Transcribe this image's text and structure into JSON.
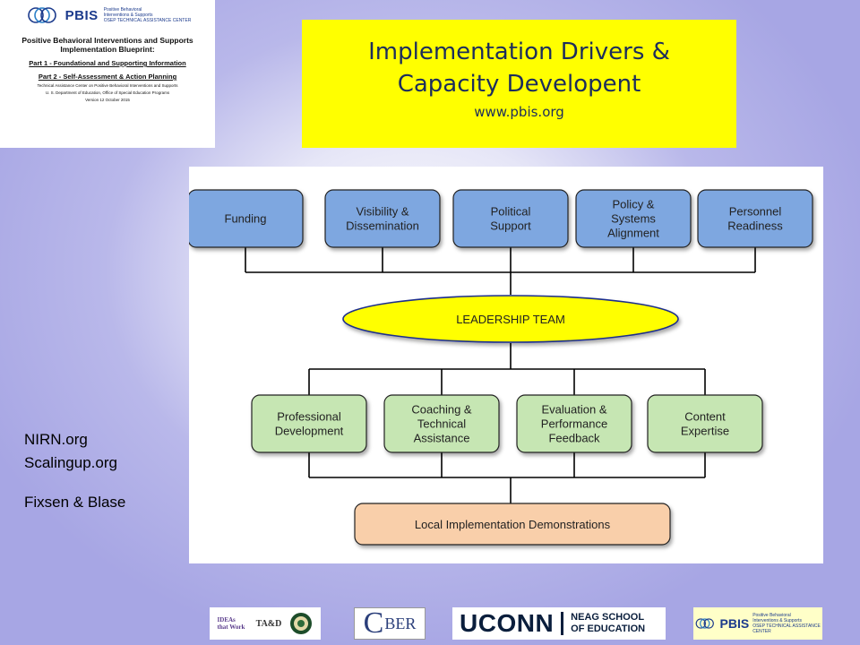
{
  "blueprint": {
    "logo_word": "PBIS",
    "logo_sub": [
      "Positive Behavioral",
      "Interventions & Supports",
      "OSEP TECHNICAL ASSISTANCE CENTER"
    ],
    "title_line1": "Positive Behavioral Interventions and Supports",
    "title_line2": "Implementation Blueprint:",
    "part1": "Part 1 - Foundational and Supporting Information",
    "part2": "Part 2 - Self-Assessment & Action Planning",
    "small1": "Technical Assistance Center on Positive Behavioral Interventions and Supports",
    "small2": "U. S. Department of Education, Office of Special Education Programs",
    "small3": "Version 12 October 2015"
  },
  "title": {
    "line1": "Implementation Drivers &",
    "line2": "Capacity Developent",
    "url": "www.pbis.org"
  },
  "diagram": {
    "top_row": [
      {
        "lines": [
          "Funding"
        ]
      },
      {
        "lines": [
          "Visibility &",
          "Dissemination"
        ]
      },
      {
        "lines": [
          "Political",
          "Support"
        ]
      },
      {
        "lines": [
          "Policy &",
          "Systems",
          "Alignment"
        ]
      },
      {
        "lines": [
          "Personnel",
          "Readiness"
        ]
      }
    ],
    "leadership": "LEADERSHIP TEAM",
    "bottom_row": [
      {
        "lines": [
          "Professional",
          "Development"
        ]
      },
      {
        "lines": [
          "Coaching &",
          "Technical",
          "Assistance"
        ]
      },
      {
        "lines": [
          "Evaluation &",
          "Performance",
          "Feedback"
        ]
      },
      {
        "lines": [
          "Content",
          "Expertise"
        ]
      }
    ],
    "local": "Local Implementation Demonstrations",
    "colors": {
      "top_fill": "#7ea7e0",
      "bottom_fill": "#c6e6b3",
      "ellipse_fill": "#ffff00",
      "local_fill": "#f9cfaa"
    }
  },
  "notes": {
    "line1": "NIRN.org",
    "line2": "Scalingup.org",
    "line3": "Fixsen & Blase"
  },
  "footer": {
    "logo1_a": "IDEAs that Work",
    "logo1_b": "TA&D",
    "logo2": "BER",
    "logo3_main": "UCONN",
    "logo3_sub1": "NEAG SCHOOL",
    "logo3_sub2": "OF EDUCATION",
    "logo4_word": "PBIS",
    "logo4_sub": [
      "Positive Behavioral",
      "Interventions & Supports",
      "OSEP TECHNICAL ASSISTANCE CENTER"
    ]
  }
}
